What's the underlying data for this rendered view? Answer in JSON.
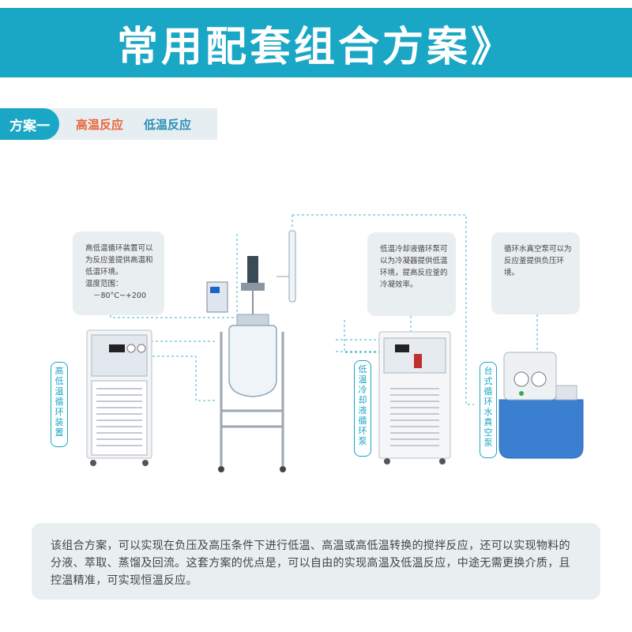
{
  "header": {
    "title": "常用配套组合方案》"
  },
  "plan": {
    "tab_label": "方案一",
    "tag_high": "高温反应",
    "tag_low": "低温反应"
  },
  "callouts": {
    "circulator": {
      "text": "高低温循环装置可以为反应釜提供高温和低温环境。",
      "range_label": "温度范围：",
      "range_value": "－80°C~+200"
    },
    "chiller": {
      "text": "低温冷却液循环泵可以为冷凝器提供低温环境，提高反应釜的冷凝效率。"
    },
    "vacuum": {
      "text": "循环水真空泵可以为反应釜提供负压环境。"
    }
  },
  "labels": {
    "circulator": "高低温循环装置",
    "chiller": "低温冷却液循环泵",
    "vacuum": "台式循环水真空泵"
  },
  "description": "该组合方案，可以实现在负压及高压条件下进行低温、高温或高低温转换的搅拌反应，还可以实现物料的分液、萃取、蒸馏及回流。这套方案的优点是，可以自由的实现高温及低温反应，中途无需更换介质，且控温精准，可实现恒温反应。",
  "colors": {
    "accent": "#1aa6c5",
    "high": "#e8663a",
    "low": "#2a8fb8",
    "panel": "#e9eef1"
  }
}
